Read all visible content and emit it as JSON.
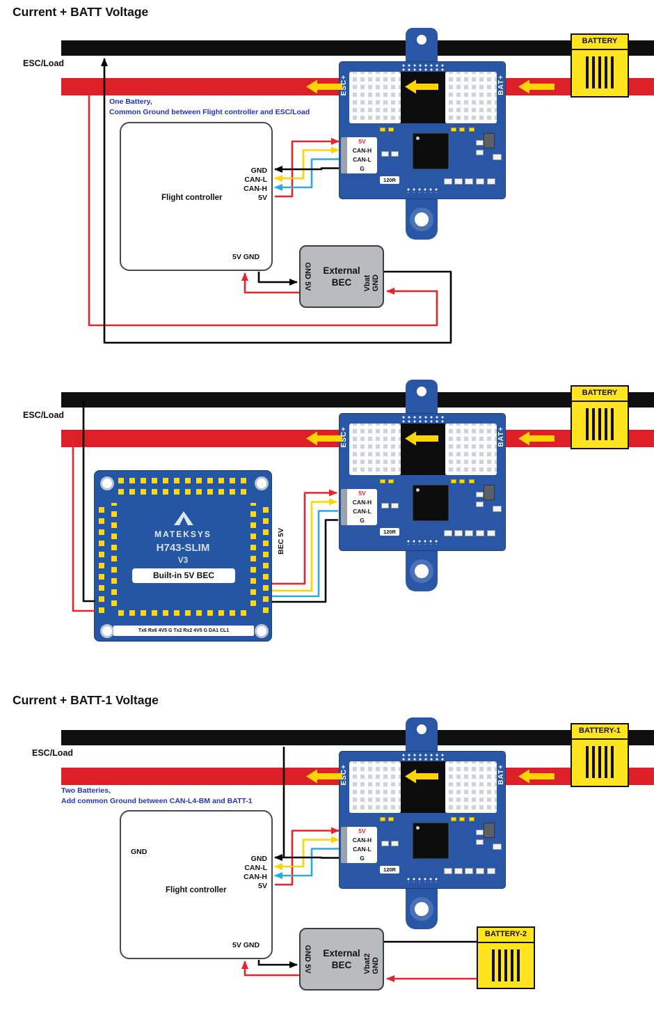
{
  "shared": {
    "esc_load": "ESC/Load",
    "fc_label": "Flight controller",
    "pin_gnd": "GND",
    "pin_canl": "CAN-L",
    "pin_canh": "CAN-H",
    "pin_5v": "5V",
    "fc_bottom": "5V GND",
    "bec_line1": "External",
    "bec_line2": "BEC",
    "bec_left": "GND 5V"
  },
  "sensor": {
    "esc_plus": "ESC+",
    "bat_plus": "BAT+",
    "pin_5v": "5V",
    "pin_canh": "CAN-H",
    "pin_canl": "CAN-L",
    "pin_g": "G",
    "resistor": "120R"
  },
  "s1": {
    "title": "Current + BATT Voltage",
    "battery": "BATTERY",
    "note1": "One Battery,",
    "note2": "Common Ground between Flight controller and ESC/Load",
    "bec_right": "Vbat GND"
  },
  "s2": {
    "battery": "BATTERY",
    "bec5v": "BEC 5V",
    "matek": {
      "brand": "MATEKSYS",
      "model": "H743-SLIM",
      "version": "V3",
      "bec": "Built-in 5V BEC",
      "bottom_pins": "Tx6 Rx6 4V5 G  Tx2 Rx2 4V5 G DA1 CL1"
    }
  },
  "s3": {
    "title": "Current + BATT-1 Voltage",
    "battery1": "BATTERY-1",
    "battery2": "BATTERY-2",
    "note1": "Two Batteries,",
    "note2": "Add common Ground between CAN-L4-BM and BATT-1",
    "fc_inner_gnd": "GND",
    "bec_right": "Vbat2 GND"
  }
}
